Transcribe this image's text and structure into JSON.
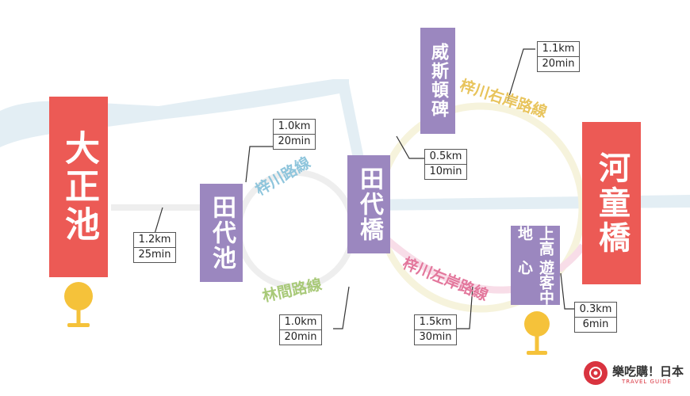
{
  "stations": {
    "taisho_ike": "大正池",
    "tashiro_ike": "田代池",
    "tashiro_bashi": "田代橋",
    "weston_monument": "威斯頓碑",
    "kappa_bashi": "河童橋",
    "visitor_center": "上高地遊客中心"
  },
  "visitor_center_lines": {
    "line1": "上高地",
    "line2": "遊客中心"
  },
  "routes": {
    "azusa_river": "梓川路線",
    "forest": "林間路線",
    "right_bank": "梓川右岸路線",
    "left_bank": "梓川左岸路線"
  },
  "distances": {
    "taisho_to_tashiro_ike": {
      "km": "1.2km",
      "min": "25min"
    },
    "tashiro_ike_azusa": {
      "km": "1.0km",
      "min": "20min"
    },
    "tashiro_ike_forest": {
      "km": "1.0km",
      "min": "20min"
    },
    "weston_to_tashiro_bashi": {
      "km": "0.5km",
      "min": "10min"
    },
    "weston_to_kappa": {
      "km": "1.1km",
      "min": "20min"
    },
    "left_bank": {
      "km": "1.5km",
      "min": "30min"
    },
    "visitor_to_kappa": {
      "km": "0.3km",
      "min": "6min"
    }
  },
  "logo": {
    "text": "樂吃購！日本",
    "sub": "TRAVEL GUIDE"
  },
  "colors": {
    "river": "#e3eef4",
    "station_red": "#ec5a55",
    "station_purple": "#9b87bf",
    "route_blue": "#8ec5dc",
    "route_green": "#a8c978",
    "route_yellow": "#e8c45c",
    "route_pink": "#e3779c",
    "pin_yellow": "#f5c23a"
  }
}
